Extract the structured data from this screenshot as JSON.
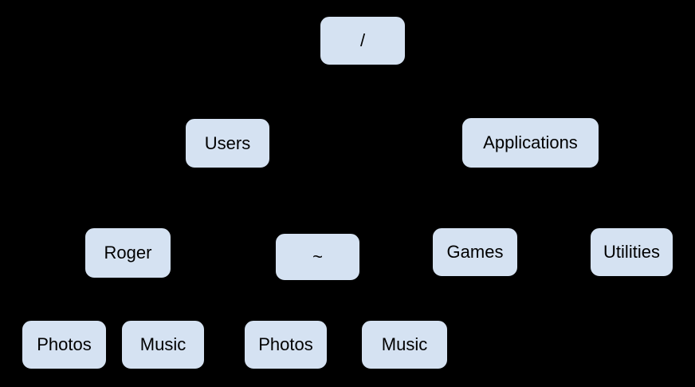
{
  "diagram": {
    "type": "tree",
    "colors": {
      "background": "#000000",
      "node_fill": "#d5e2f2",
      "node_text": "#000000"
    },
    "nodes": {
      "root": "/",
      "users": "Users",
      "applications": "Applications",
      "roger": "Roger",
      "home": "~",
      "games": "Games",
      "utilities": "Utilities",
      "roger_photos": "Photos",
      "roger_music": "Music",
      "home_photos": "Photos",
      "home_music": "Music"
    }
  }
}
